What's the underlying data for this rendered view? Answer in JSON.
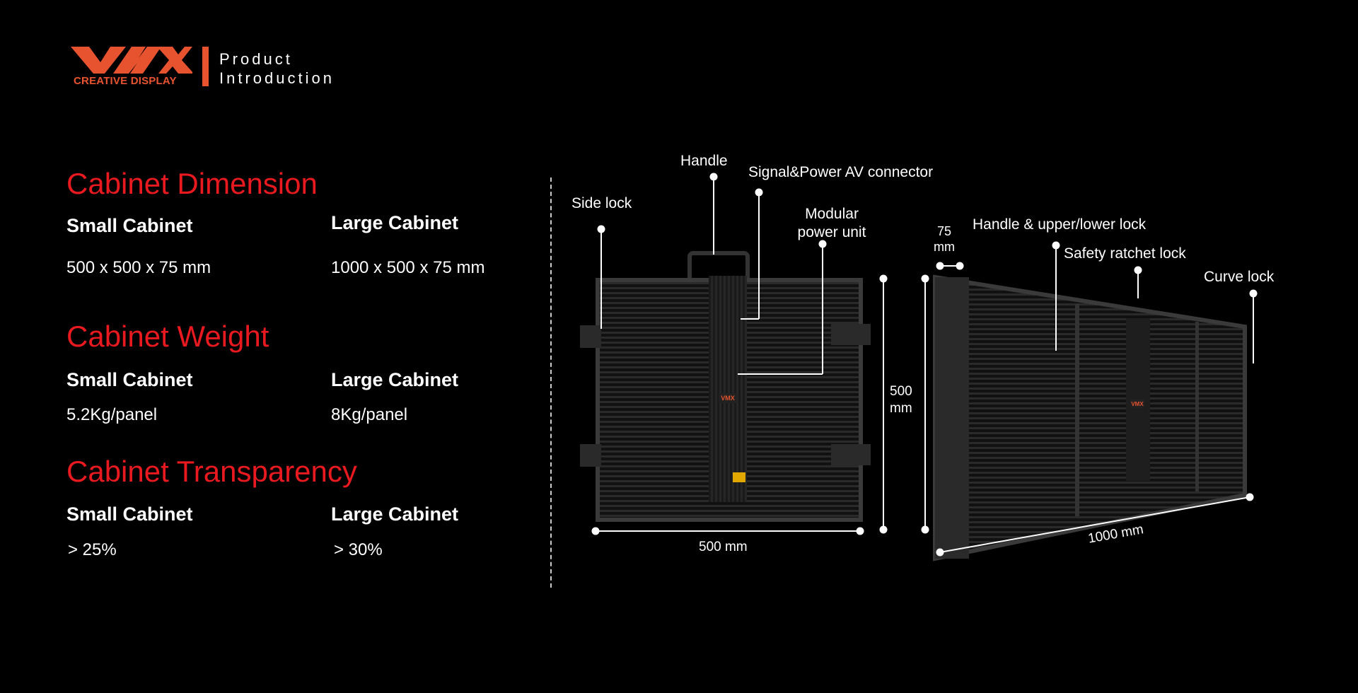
{
  "header": {
    "logo_text": "VMX",
    "logo_subtitle": "CREATIVE DISPLAY",
    "title_line1": "Product",
    "title_line2": "Introduction"
  },
  "specs": {
    "dimension": {
      "heading": "Cabinet Dimension",
      "small_label": "Small Cabinet",
      "large_label": "Large Cabinet",
      "small_value": "500 x 500 x 75 mm",
      "large_value": "1000 x 500 x 75 mm"
    },
    "weight": {
      "heading": "Cabinet Weight",
      "small_label": "Small Cabinet",
      "large_label": "Large Cabinet",
      "small_value": "5.2Kg/panel",
      "large_value": "8Kg/panel"
    },
    "transparency": {
      "heading": "Cabinet Transparency",
      "small_label": "Small Cabinet",
      "large_label": "Large Cabinet",
      "small_value": "> 25%",
      "large_value": "> 30%"
    }
  },
  "diagram": {
    "small": {
      "handle": "Handle",
      "connector": "Signal&Power AV connector",
      "side_lock": "Side lock",
      "power_unit_line1": "Modular",
      "power_unit_line2": "power unit",
      "height_value": "500",
      "height_unit": "mm",
      "width": "500 mm",
      "badge": "VMX"
    },
    "large": {
      "depth_value": "75",
      "depth_unit": "mm",
      "handle_lock": "Handle & upper/lower  lock",
      "ratchet_lock": "Safety ratchet lock",
      "curve_lock": "Curve lock",
      "width": "1000 mm",
      "badge": "VMX"
    }
  },
  "colors": {
    "accent": "#e8191f",
    "brand": "#e8532f"
  }
}
